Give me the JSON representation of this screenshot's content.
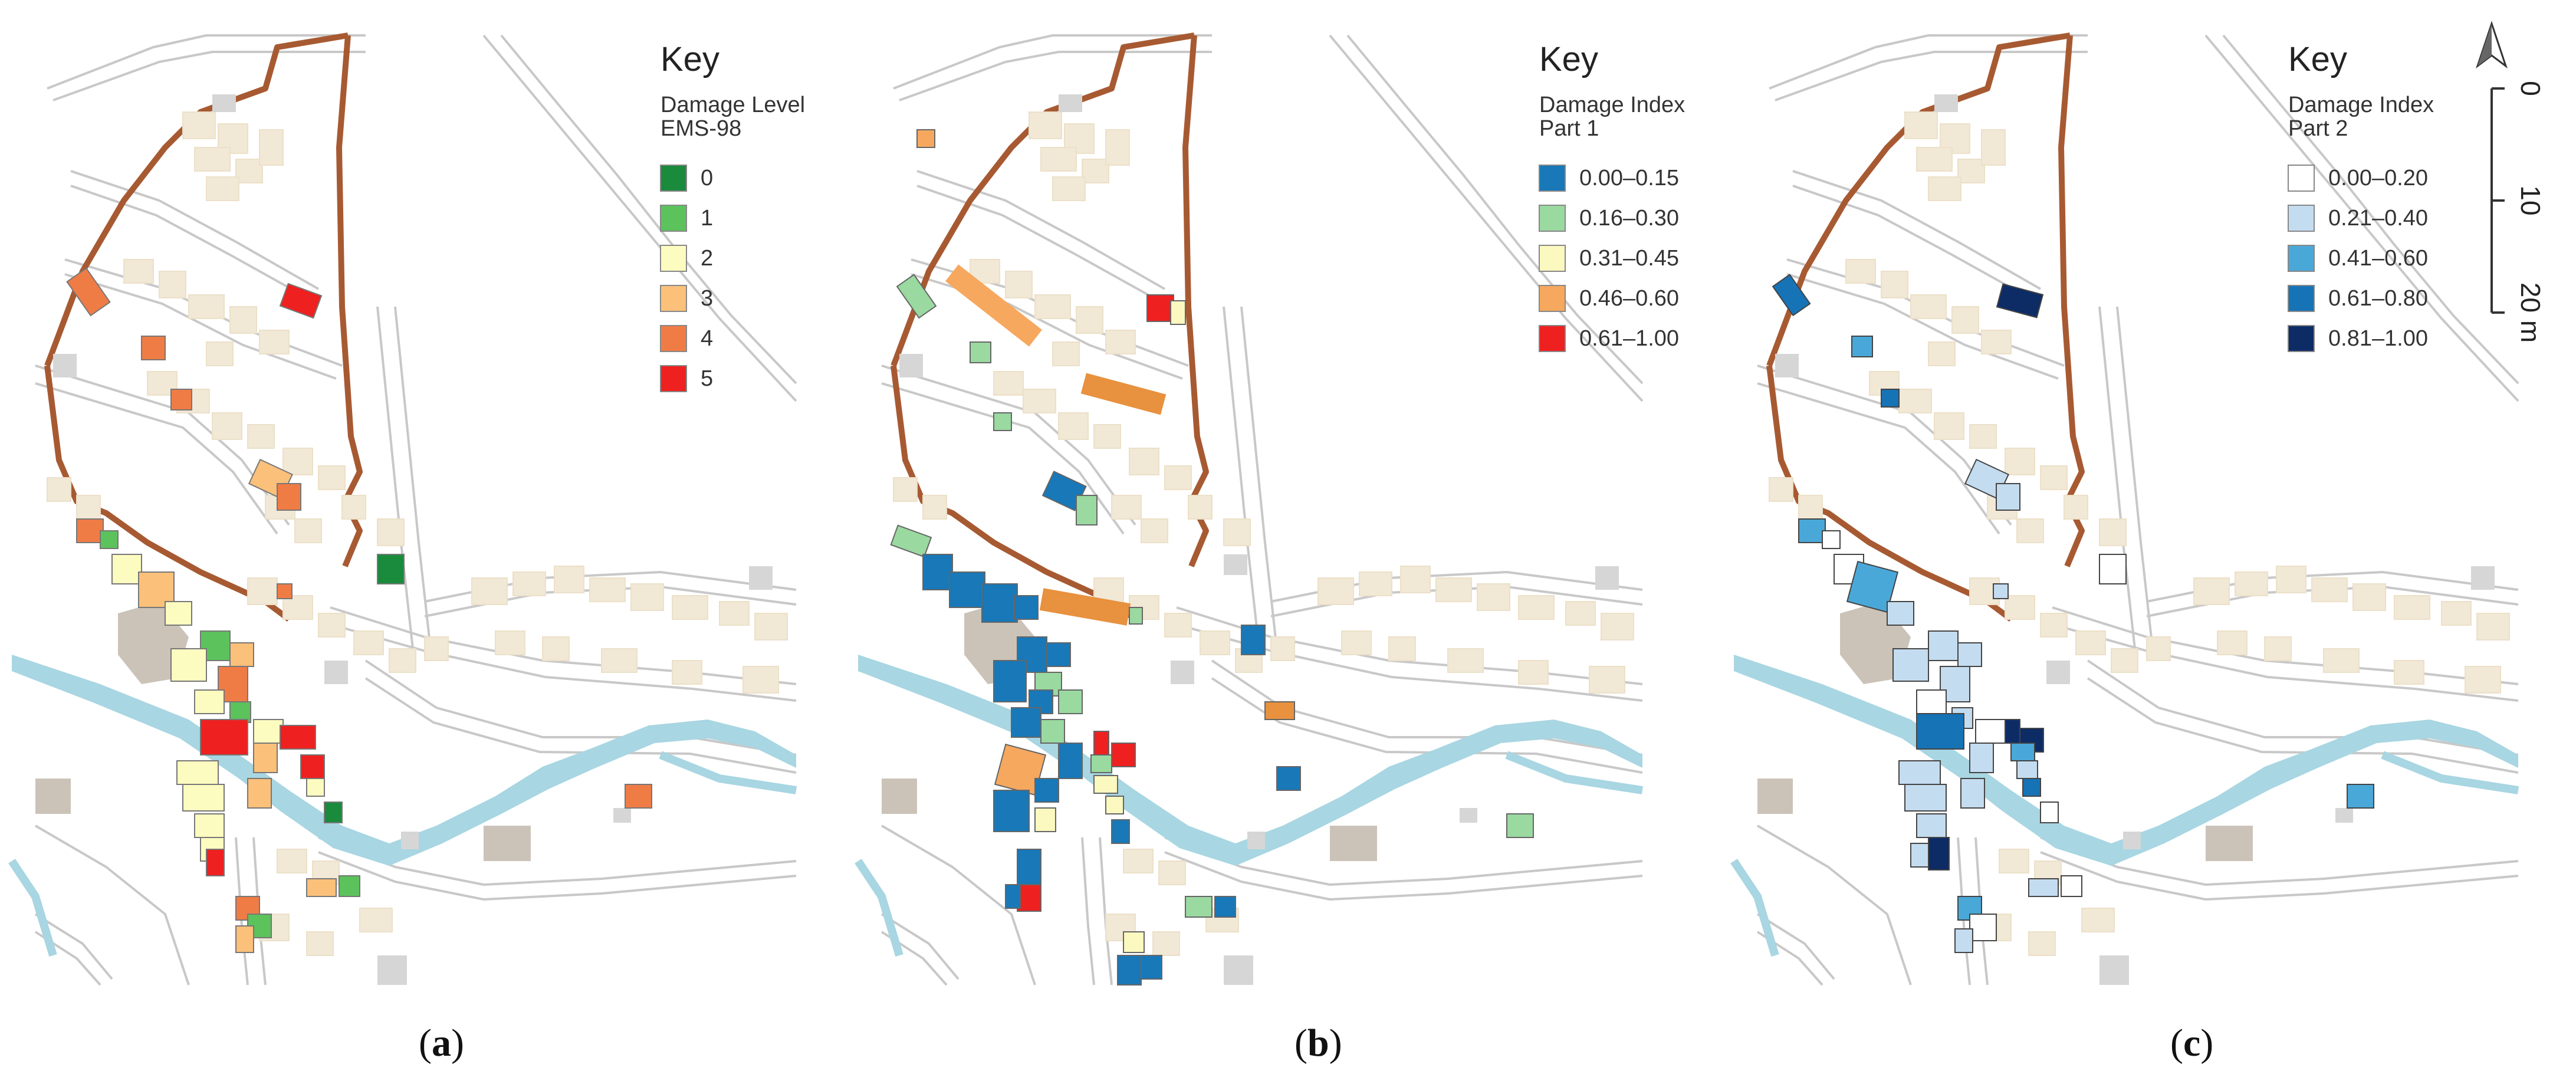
{
  "panels": [
    {
      "caption": "a",
      "key": {
        "title": "Key",
        "subtitle": [
          "Damage Level",
          "EMS-98"
        ],
        "items": [
          {
            "label": "0",
            "color": "#1a8a3c"
          },
          {
            "label": "1",
            "color": "#5cc25c"
          },
          {
            "label": "2",
            "color": "#fdfcc0"
          },
          {
            "label": "3",
            "color": "#fbc07a"
          },
          {
            "label": "4",
            "color": "#f07c45"
          },
          {
            "label": "5",
            "color": "#ee2020"
          }
        ]
      }
    },
    {
      "caption": "b",
      "key": {
        "title": "Key",
        "subtitle": [
          "Damage Index",
          "Part 1"
        ],
        "items": [
          {
            "label": "0.00–0.15",
            "color": "#1878b8"
          },
          {
            "label": "0.16–0.30",
            "color": "#9ad9a0"
          },
          {
            "label": "0.31–0.45",
            "color": "#fbf8c0"
          },
          {
            "label": "0.46–0.60",
            "color": "#f6a85f"
          },
          {
            "label": "0.61–1.00",
            "color": "#ee2020"
          }
        ]
      }
    },
    {
      "caption": "c",
      "key": {
        "title": "Key",
        "subtitle": [
          "Damage Index",
          "Part 2"
        ],
        "items": [
          {
            "label": "0.00–0.20",
            "color": "#ffffff"
          },
          {
            "label": "0.21–0.40",
            "color": "#c4dcf0"
          },
          {
            "label": "0.41–0.60",
            "color": "#4aa8d8"
          },
          {
            "label": "0.61–0.80",
            "color": "#1673b6"
          },
          {
            "label": "0.81–1.00",
            "color": "#0d2c66"
          }
        ]
      }
    }
  ],
  "scale_bar": {
    "labels": [
      "0",
      "10",
      "20 m"
    ]
  },
  "north_arrow": {
    "icon": "north-arrow-icon"
  },
  "colors": {
    "river": "#a8d6e2",
    "wall": "#a75a32",
    "building_neutral": "#f2e8d6",
    "building_grey": "#d6d6d6",
    "building_taupe": "#cbc3b8",
    "road": "#c8c8c8"
  }
}
